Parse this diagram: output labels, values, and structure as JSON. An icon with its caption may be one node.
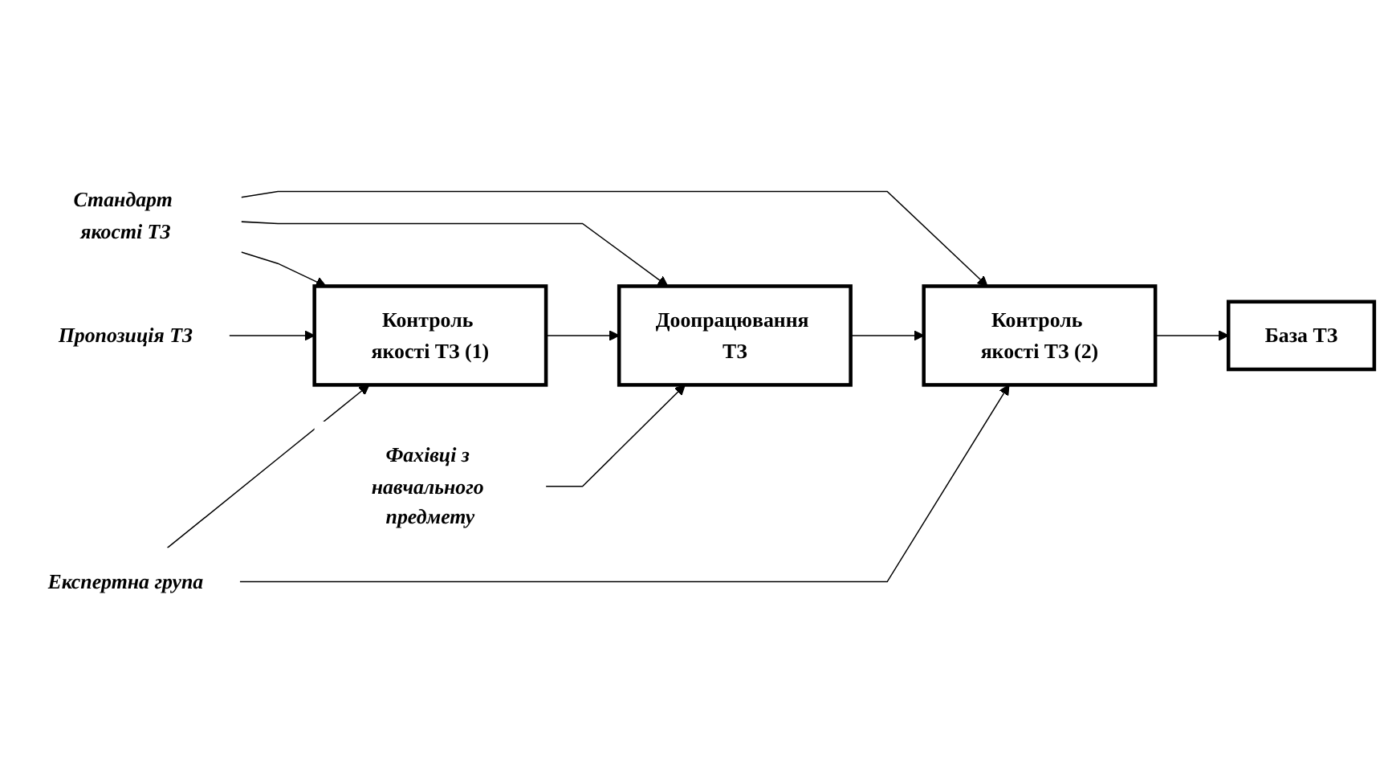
{
  "diagram": {
    "nodes": [
      {
        "text": [
          "Стандарт якості ТЗ"
        ]
      },
      {
        "text": [
          "Пропозиція ТЗ"
        ]
      },
      {
        "text": [
          "Контроль якості ТЗ (1)"
        ]
      },
      {
        "text": [
          "Доопрацювання ТЗ"
        ]
      },
      {
        "text": [
          "Фахівці з навчального предмету"
        ]
      },
      {
        "text": [
          "Контроль якості ТЗ (2)"
        ]
      },
      {
        "text": [
          "База ТЗ"
        ]
      },
      {
        "text": [
          "Експертна група"
        ]
      }
    ],
    "edges": [
      {
        "from": 0,
        "to": 2,
        "arrow": "to"
      },
      {
        "from": 0,
        "to": 3,
        "arrow": "to"
      },
      {
        "from": 0,
        "to": 5,
        "arrow": "to"
      },
      {
        "from": 1,
        "to": 2,
        "arrow": "to"
      },
      {
        "from": 2,
        "to": 3,
        "arrow": "to"
      },
      {
        "from": 4,
        "to": 3,
        "arrow": "to"
      },
      {
        "from": 3,
        "to": 5,
        "arrow": "to"
      },
      {
        "from": 5,
        "to": 6,
        "arrow": "to"
      },
      {
        "from": 7,
        "to": 2,
        "arrow": "to"
      },
      {
        "from": 7,
        "to": 5,
        "arrow": "to"
      }
    ]
  }
}
